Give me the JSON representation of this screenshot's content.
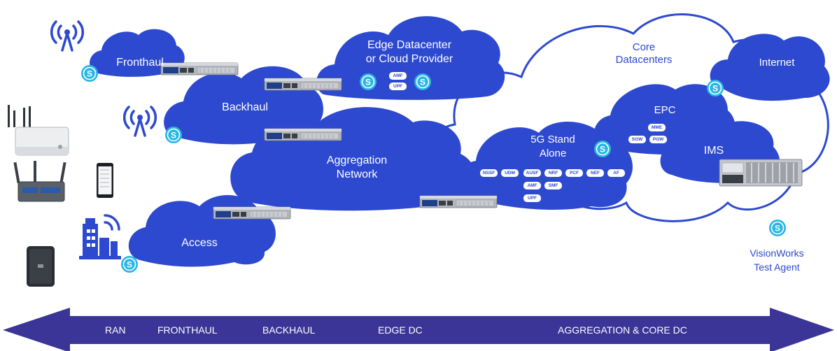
{
  "clouds": {
    "fronthaul": "Fronthaul",
    "backhaul": "Backhaul",
    "edge_line1": "Edge Datacenter",
    "edge_line2": "or Cloud Provider",
    "aggregation_line1": "Aggregation",
    "aggregation_line2": "Network",
    "access": "Access",
    "core_line1": "Core",
    "core_line2": "Datacenters",
    "internet": "Internet",
    "epc": "EPC",
    "ims": "IMS",
    "sa_line1": "5G Stand",
    "sa_line2": "Alone"
  },
  "edge_functions": [
    "AMF",
    "UPF"
  ],
  "epc_functions": [
    "MME",
    "SGW",
    "PGW"
  ],
  "sa_functions": [
    "NSSF",
    "UDM",
    "AUSF",
    "NRF",
    "PCF",
    "NEF",
    "AF",
    "AMF",
    "SMF",
    "UPF"
  ],
  "agent_legend": {
    "line1": "VisionWorks",
    "line2": "Test Agent"
  },
  "axis": {
    "ran": "RAN",
    "fronthaul": "FRONTHAUL",
    "backhaul": "BACKHAUL",
    "edge_dc": "EDGE DC",
    "aggregation_core": "AGGREGATION & CORE DC"
  },
  "colors": {
    "cloud_blue": "#2d49d0",
    "agent_cyan": "#29b6e5",
    "arrow_navy": "#3a3596",
    "equipment_gray": "#a9adb3"
  },
  "icons": [
    "antenna-icon",
    "building-icon",
    "phone-icon",
    "router-icon",
    "server-icon",
    "test-agent-icon"
  ]
}
